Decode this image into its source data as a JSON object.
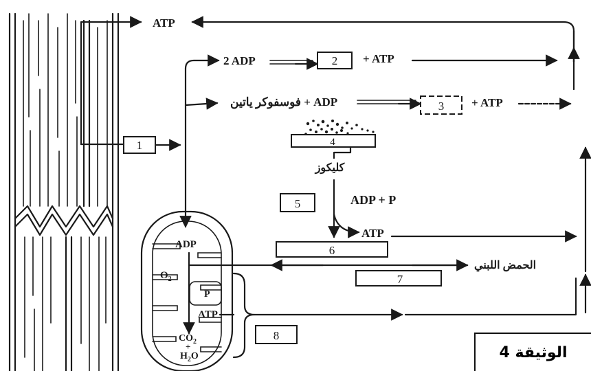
{
  "labels": {
    "atp_top": "ATP",
    "adp_2": "2 ADP",
    "atp_after_2": "+ ATP",
    "phosphocreatine_adp": "فوسفوكر ياتين + ADP",
    "atp_after_3": "+ ATP",
    "glucose": "كليكوز",
    "adp_p": "ADP + P",
    "atp_glycolysis": "ATP",
    "lactic_acid": "الحمض اللبني",
    "mito_adp": "ADP",
    "mito_o2": "O",
    "mito_o2_sub": "2",
    "mito_p": "P",
    "mito_atp": "ATP",
    "mito_co2": "CO",
    "mito_co2_sub": "2",
    "mito_plus": "+",
    "mito_h2o_h": "H",
    "mito_h2o_sub": "2",
    "mito_h2o_o": "O"
  },
  "boxes": {
    "b1": "1",
    "b2": "2",
    "b3": "3",
    "b4": "4",
    "b5": "5",
    "b6": "6",
    "b7": "7",
    "b8": "8"
  },
  "document_label": "الوثيقة 4"
}
